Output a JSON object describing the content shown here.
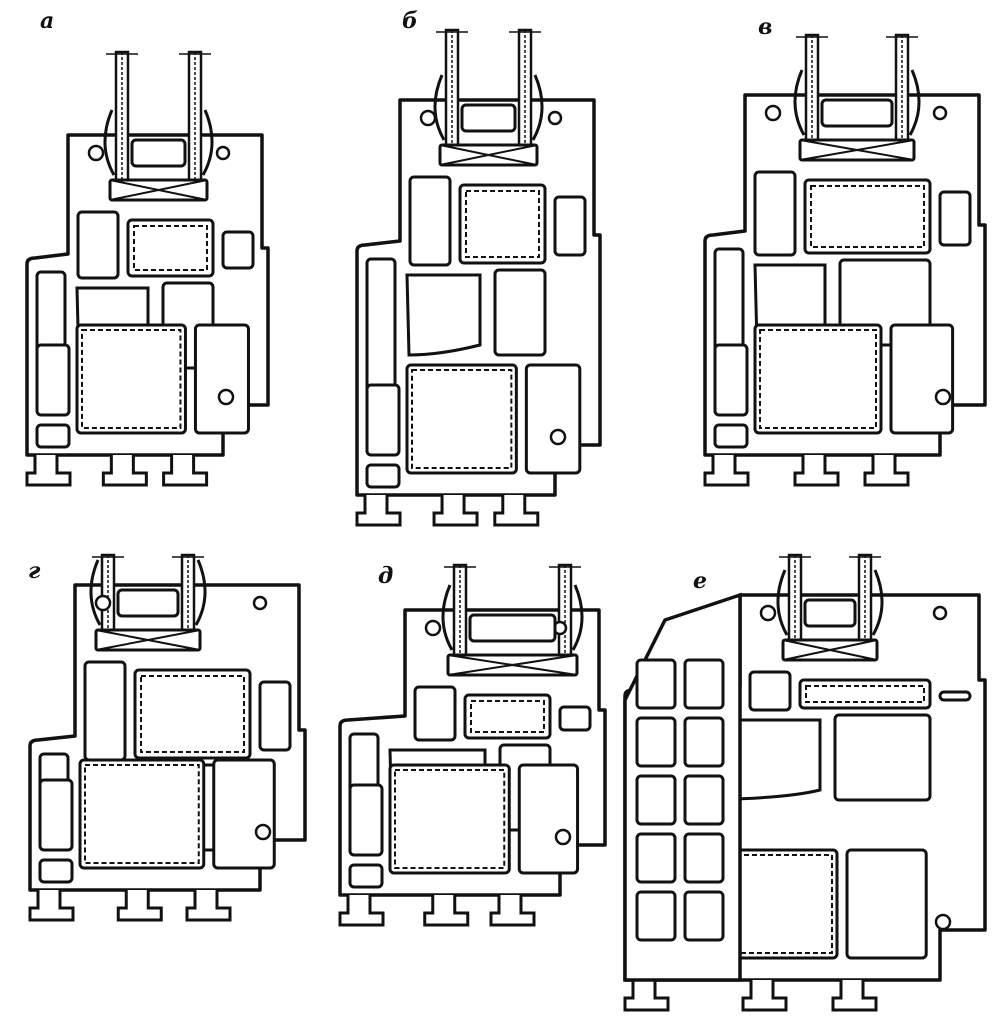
{
  "figure": {
    "panels": [
      {
        "label": "а"
      },
      {
        "label": "б"
      },
      {
        "label": "в"
      },
      {
        "label": "г"
      },
      {
        "label": "д"
      },
      {
        "label": "е"
      }
    ],
    "colors": {
      "ink": "#111111",
      "paper": "#ffffff"
    }
  }
}
